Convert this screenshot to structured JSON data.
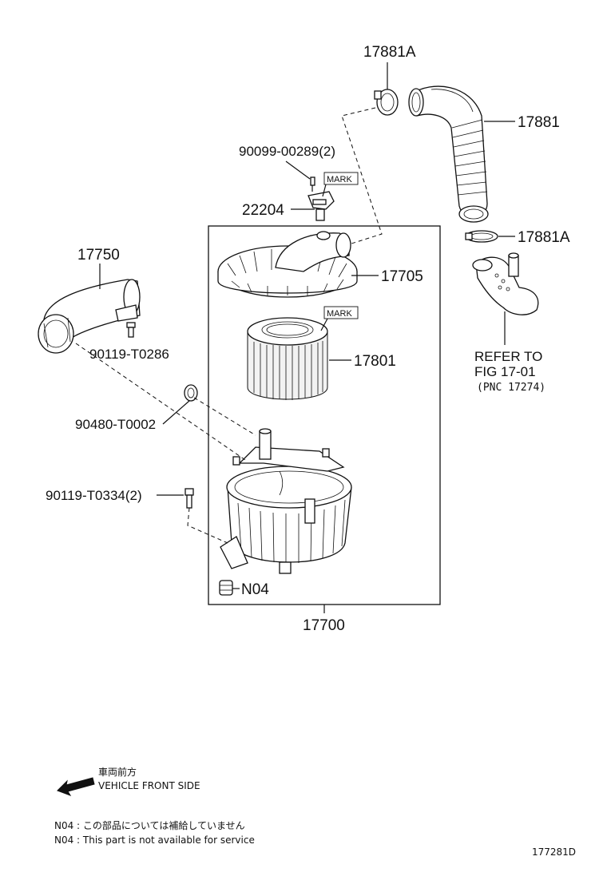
{
  "labels": {
    "p17881A_top": "17881A",
    "p17881": "17881",
    "p90099": "90099-00289(2)",
    "p22204": "22204",
    "p17881A_mid": "17881A",
    "p17750": "17750",
    "p17705": "17705",
    "p90119_t0286": "90119-T0286",
    "p17801": "17801",
    "p90480": "90480-T0002",
    "p90119_t0334": "90119-T0334(2)",
    "pN04": "N04",
    "p17700": "17700",
    "mark1": "MARK",
    "mark2": "MARK"
  },
  "refer": {
    "line1": "REFER TO",
    "line2": "FIG 17-01",
    "line3": "(PNC 17274)"
  },
  "front": {
    "jp": "車両前方",
    "en": "VEHICLE FRONT SIDE"
  },
  "notes": {
    "jp": "N04 : この部品については補給していません",
    "en": "N04 : This part is not available for service"
  },
  "figure_id": "177281D"
}
